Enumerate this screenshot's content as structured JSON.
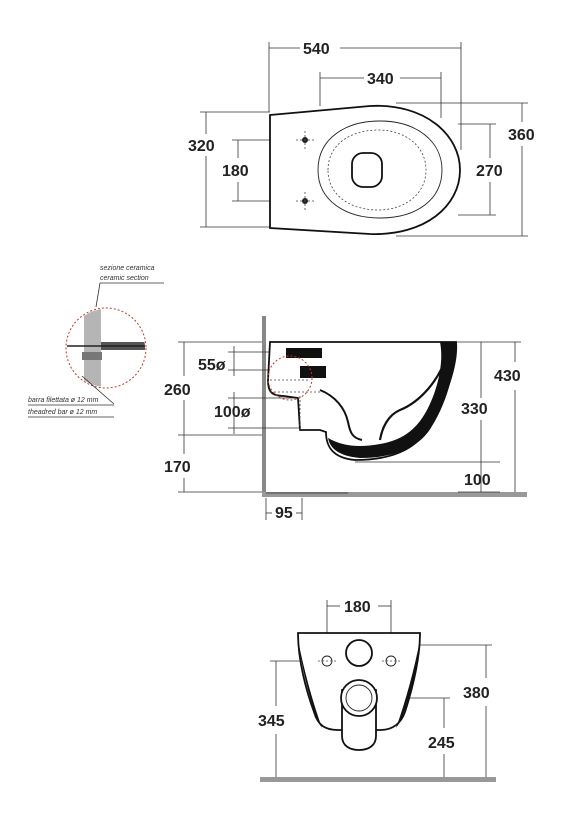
{
  "top_view": {
    "overall_length": "540",
    "seat_length": "340",
    "overall_width_left": "320",
    "fixing_spacing": "180",
    "overall_width_right": "360",
    "inner_width": "270"
  },
  "side_view": {
    "detail_note_it": "sezione ceramica",
    "detail_note_en": "ceramic section",
    "bar_note_it": "barra filettata ø 12 mm",
    "bar_note_en": "theadred bar ø 12 mm",
    "total_height_left": "260",
    "inlet_diameter": "55ø",
    "outlet_diameter": "100ø",
    "floor_to_outlet": "170",
    "wall_offset": "95",
    "total_height_right": "430",
    "bowl_height": "330",
    "bowl_clearance": "100"
  },
  "rear_view": {
    "bolt_spacing": "180",
    "height_left": "345",
    "height_right": "380",
    "outlet_height": "245"
  },
  "colors": {
    "line": "#222222",
    "wall": "#888888",
    "detail_circle": "#c0392b"
  }
}
